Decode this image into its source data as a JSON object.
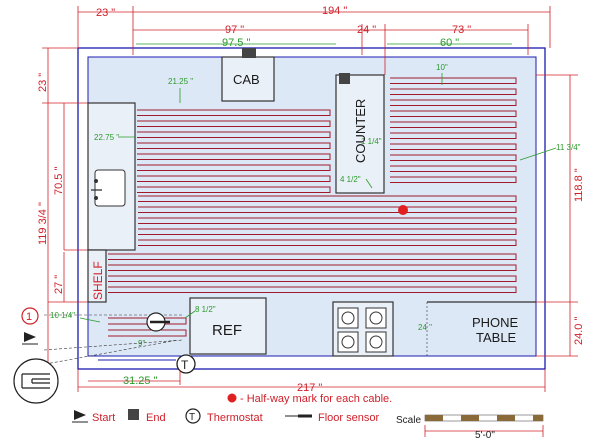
{
  "dimensions": {
    "top_left": "23 \"",
    "top_total": "194 \"",
    "top_97": "97 \"",
    "top_24": "24 \"",
    "top_73": "73 \"",
    "inner_975": "97.5 \"",
    "inner_60": "60 \"",
    "d_2125": "21.25 \"",
    "d_10": "10\"",
    "d_2275": "22.75 \"",
    "d_1_14": "1 1/4\"",
    "d_4_12": "4 1/2\"",
    "d_11_34": "11 3/4\"",
    "left_23": "23 \"",
    "left_705": "70.5 \"",
    "left_119": "119 3/4 \"",
    "left_27": "27 \"",
    "right_1188": "118.8 \"",
    "right_24": "24.0 \"",
    "d_10_14": "10 1/4\"",
    "d_8_12": "8 1/2\"",
    "d_24": "24 \"",
    "d_9": "9\"",
    "bottom_3125": "31.25 \"",
    "bottom_217": "217 \"",
    "marker_1": "1"
  },
  "labels": {
    "cab": "CAB",
    "counter": "COUNTER",
    "shelf": "SHELF",
    "ref": "REF",
    "phone": "PHONE",
    "table": "TABLE",
    "thermostat_symbol": "T"
  },
  "legend": {
    "halfway": "- Half-way mark for each cable.",
    "start": "Start",
    "end": "End",
    "thermostat": "Thermostat",
    "floor_sensor": "Floor sensor"
  },
  "scale": {
    "label": "Scale",
    "value": "5'-0\""
  },
  "colors": {
    "dimension": "#d0202a",
    "inner_dimension": "#2a9a2a",
    "wall": "#1b1bb0",
    "floor": "#dde8f6",
    "cable": "#a01a2a",
    "halfway_mark": "#e02020"
  }
}
